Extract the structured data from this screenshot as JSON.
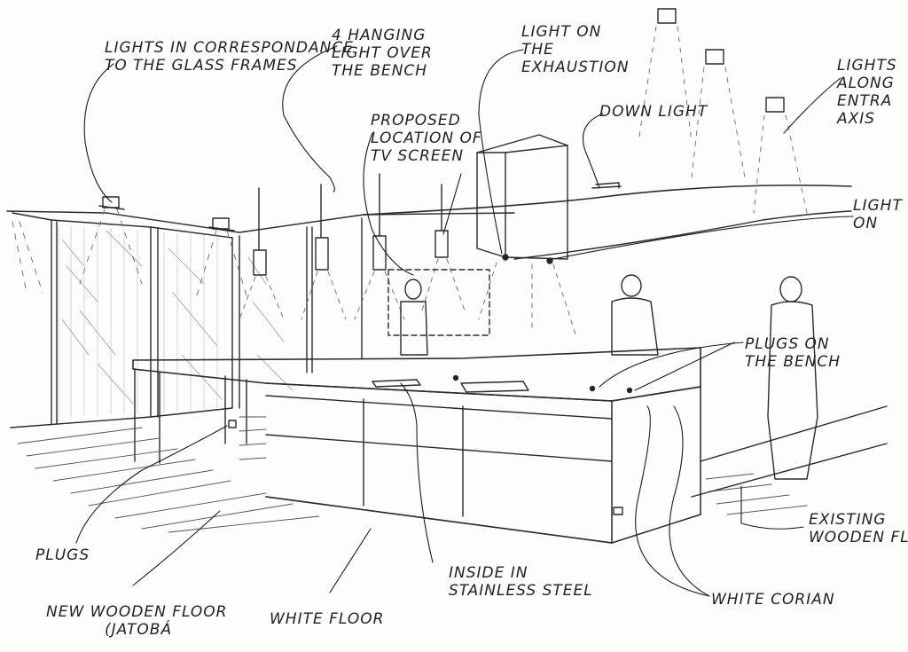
{
  "labels": {
    "lights_glass_frames": {
      "line1": "Lights in correspondance",
      "line2": "to the glass frames"
    },
    "hanging_lights": {
      "line1": "4 Hanging",
      "line2": "light over",
      "line3": "the bench"
    },
    "exhaustion_light": {
      "line1": "Light on",
      "line2": "the",
      "line3": "exhaustion"
    },
    "tv_screen": {
      "line1": "Proposed",
      "line2": "location of",
      "line3": "TV screen"
    },
    "downlight": "Down light",
    "entrance_axis": {
      "line1": "Lights",
      "line2": "along",
      "line3": "entra",
      "line4": "axis"
    },
    "light_on_right": {
      "line1": "Light",
      "line2": "on"
    },
    "bench_plugs": {
      "line1": "Plugs on",
      "line2": "the bench"
    },
    "plugs": "Plugs",
    "new_wooden_floor": {
      "line1": "New wooden floor",
      "line2": "(Jatobá"
    },
    "white_floor": "White floor",
    "stainless_steel": {
      "line1": "Inside in",
      "line2": "stainless steel"
    },
    "white_corian": "White Corian",
    "existing_floor": {
      "line1": "Existing",
      "line2": "wooden flo"
    }
  }
}
